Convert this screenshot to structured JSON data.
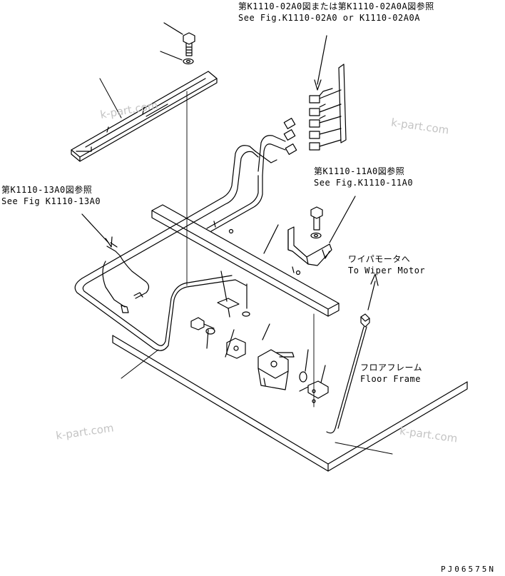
{
  "references": {
    "top_ref_jp": "第K1110-02A0図または第K1110-02A0A図参照",
    "top_ref_en": "See Fig.K1110-02A0 or K1110-02A0A",
    "mid_ref_jp": "第K1110-11A0図参照",
    "mid_ref_en": "See Fig.K1110-11A0",
    "left_ref_jp": "第K1110-13A0図参照",
    "left_ref_en": "See Fig K1110-13A0"
  },
  "callouts": {
    "wiper_jp": "ワイパモータへ",
    "wiper_en": "To Wiper Motor",
    "floor_jp": "フロアフレーム",
    "floor_en": "Floor Frame"
  },
  "watermark": "k-part.com",
  "drawing_code": "PJ06575N",
  "colors": {
    "line": "#000000",
    "watermark": "#c4c4c4",
    "background": "#ffffff"
  }
}
